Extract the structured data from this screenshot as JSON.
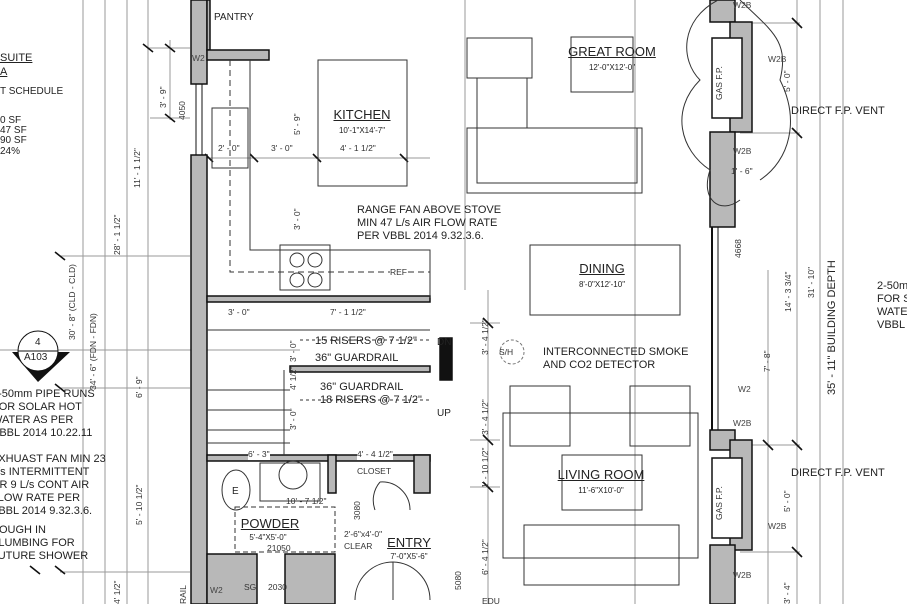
{
  "left_notes": {
    "suite_title": "SUITE",
    "suite_sub": "A",
    "schedule": "T SCHEDULE",
    "areas": [
      "0 SF",
      "47 SF",
      "90 SF",
      "24%"
    ],
    "pipe_note": [
      "2-50mm PIPE RUNS",
      "FOR SOLAR HOT",
      "WATER AS PER",
      "VBBL 2014 10.22.11"
    ],
    "exhaust_note": [
      "EXHUAST FAN MIN 23",
      "L/s INTERMITTENT",
      "OR 9 L/s CONT AIR",
      "FLOW RATE PER",
      "VBBL 2014 9.32.3.6."
    ],
    "rough_note": [
      "ROUGH IN",
      "PLUMBING FOR",
      "FUTURE SHOWER"
    ]
  },
  "section_marker": {
    "number": "4",
    "sheet": "A103"
  },
  "rooms": {
    "pantry": "PANTRY",
    "kitchen": {
      "name": "KITCHEN",
      "size": "10'-1\"X14'-7\""
    },
    "great_room": {
      "name": "GREAT ROOM",
      "size": "12'-0\"X12'-0\""
    },
    "dining": {
      "name": "DINING",
      "size": "8'-0\"X12'-10\""
    },
    "living_room": {
      "name": "LIVING ROOM",
      "size": "11'-6\"X10'-0\""
    },
    "powder": {
      "name": "POWDER",
      "size": "5'-4\"X5'-0\""
    },
    "entry": {
      "name": "ENTRY",
      "size": "7'-0\"X5'-6\""
    },
    "closet": "CLOSET"
  },
  "annotations": {
    "range_fan": [
      "RANGE FAN ABOVE STOVE",
      "MIN 47 L/s AIR FLOW RATE",
      "PER VBBL 2014 9.32.3.6."
    ],
    "ref": "REF",
    "stairs_down": "15 RISERS @ 7 1/2\"",
    "guardrail_1": "36\" GUARDRAIL",
    "guardrail_2": "36\" GUARDRAIL",
    "stairs_up": "18 RISERS @ 7 1/2\"",
    "dn": "DN",
    "up": "UP",
    "smoke_tag": "S/H",
    "smoke_note": [
      "INTERCONNECTED SMOKE",
      "AND CO2 DETECTOR"
    ],
    "direct_vent_1": "DIRECT F.P. VENT",
    "direct_vent_2": "DIRECT F.P. VENT",
    "gas_fp_1": "GAS F.P.",
    "gas_fp_2": "GAS F.P.",
    "clear": [
      "2'-6\"x4'-0\"",
      "CLEAR"
    ],
    "door_21050": "21050",
    "door_3080": "3080",
    "door_5080": "5080",
    "door_2030": "2030",
    "sg": "SG",
    "rail": "RAIL",
    "edu": "EDU",
    "window_4050": "4050",
    "window_4668": "4668",
    "right_note": [
      "2-50m",
      "FOR S",
      "WATE",
      "VBBL"
    ]
  },
  "window_tags": [
    "W2",
    "W2B",
    "W2B",
    "W2",
    "W2B",
    "W2B",
    "W2B",
    "W2",
    "W2B"
  ],
  "dimensions": {
    "d_3_9": "3' - 9\"",
    "d_11_1": "11' - 1 1/2\"",
    "d_28_1": "28' - 1 1/2\"",
    "d_30_8": "30' - 8\" (CLD - CLD)",
    "d_34_6": "34' - 6\" (FDN - FDN)",
    "d_6_9": "6' - 9\"",
    "d_5_10": "5' - 10 1/2\"",
    "d_4_1_left": "4' 1/2\"",
    "k_2_0": "2' - 0\"",
    "k_3_0": "3' - 0\"",
    "k_5_9": "5' - 9\"",
    "k_3_0v": "3' - 0\"",
    "k_4_1": "4' - 1 1/2\"",
    "s_3_0": "3' - 0\"",
    "s_7_1": "7' - 1 1/2\"",
    "s_3_0v": "3' - 0\"",
    "s_4_1v": "4' 1/2\"",
    "s_3_0v2": "3' - 0\"",
    "p_6_3": "6' - 3\"",
    "p_4_4": "4' - 4 1/2\"",
    "p_10_7": "10' - 7 1/2\"",
    "c_3_4a": "3' - 4 1/2\"",
    "c_3_4b": "3' - 4 1/2\"",
    "c_1_10": "1' - 10 1/2\"",
    "c_6_4": "6' - 4 1/2\"",
    "r_5_0a": "5' - 0\"",
    "r_1_6": "1' - 6\"",
    "r_14_3": "14' - 3 3/4\"",
    "r_31_10": "31' - 10\"",
    "r_35_11": "35' - 11\" BUILDING DEPTH",
    "r_7_8": "7' - 8\"",
    "r_5_0b": "5' - 0\"",
    "r_3_4": "3' - 4\""
  },
  "colors": {
    "wall_fill": "#b8b8b8",
    "line": "#222222",
    "grid": "#9a9a9a"
  }
}
